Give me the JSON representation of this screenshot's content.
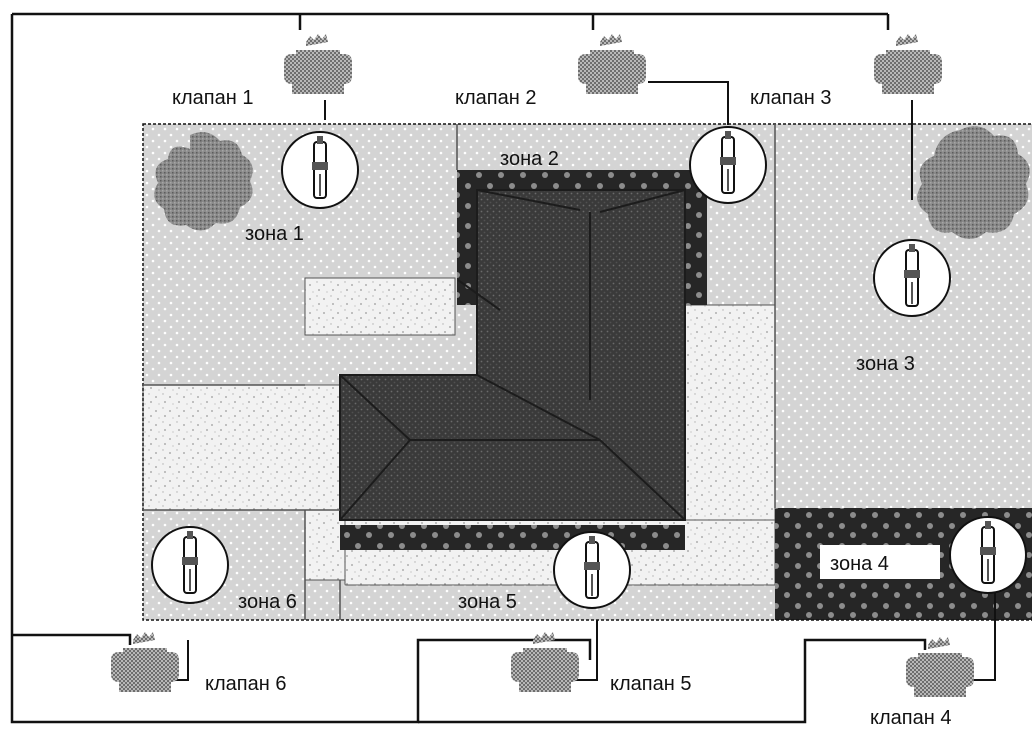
{
  "plan": {
    "colors": {
      "pipe": "#111111",
      "lawn": "#d4d4d4",
      "lawn_dots": "#ffffff",
      "paving": "#f2f2f2",
      "paving_speck": "#9a9a9a",
      "roof": "#3a3a3a",
      "roof_line": "#1c1c1c",
      "flowerbed": "#262626",
      "flowerbed_dot": "#8c8c8c",
      "tree": "#8a8a8a",
      "valve": "#9c9c9c",
      "sprinkler_ring": "#ffffff",
      "sprinkler_body": "#555555"
    },
    "valves": [
      {
        "id": 1,
        "label": "клапан 1",
        "icon": "valve-icon"
      },
      {
        "id": 2,
        "label": "клапан 2",
        "icon": "valve-icon"
      },
      {
        "id": 3,
        "label": "клапан 3",
        "icon": "valve-icon"
      },
      {
        "id": 4,
        "label": "клапан 4",
        "icon": "valve-icon"
      },
      {
        "id": 5,
        "label": "клапан 5",
        "icon": "valve-icon"
      },
      {
        "id": 6,
        "label": "клапан 6",
        "icon": "valve-icon"
      }
    ],
    "zones": [
      {
        "id": 1,
        "label": "зона 1"
      },
      {
        "id": 2,
        "label": "зона 2"
      },
      {
        "id": 3,
        "label": "зона 3"
      },
      {
        "id": 4,
        "label": "зона 4"
      },
      {
        "id": 5,
        "label": "зона 5"
      },
      {
        "id": 6,
        "label": "зона 6"
      }
    ],
    "sprinklers": [
      {
        "zone": 1,
        "icon": "sprinkler-icon"
      },
      {
        "zone": 2,
        "icon": "sprinkler-icon"
      },
      {
        "zone": 3,
        "icon": "sprinkler-icon"
      },
      {
        "zone": 4,
        "icon": "sprinkler-icon"
      },
      {
        "zone": 5,
        "icon": "sprinkler-icon"
      },
      {
        "zone": 6,
        "icon": "sprinkler-icon"
      }
    ],
    "trees": [
      "tree-icon",
      "tree-icon"
    ]
  }
}
